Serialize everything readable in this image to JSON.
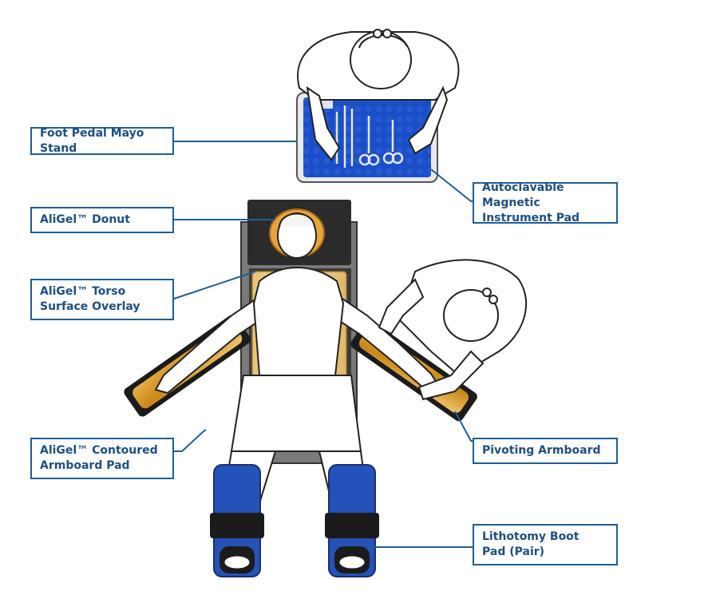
{
  "labels": {
    "foot_pedal_mayo_stand": "Foot Pedal Mayo Stand",
    "magnetic_instrument_pad": "Autoclavable Magnetic\nInstrument Pad",
    "aligel_donut": "AliGel™ Donut",
    "aligel_torso_overlay": "AliGel™ Torso\nSurface Overlay",
    "aligel_armboard_pad": "AliGel™ Contoured\nArmboard Pad",
    "pivoting_armboard": "Pivoting Armboard",
    "lithotomy_boot_pad": "Lithotomy Boot\nPad (Pair)"
  },
  "colors": {
    "callout_border": "#1f5e95",
    "callout_text": "#1f4f80",
    "gel_amber": "#d89a2a",
    "pad_blue": "#1a4fc9",
    "table_dark": "#2b2b2b",
    "boot_blue": "#2452b8"
  }
}
